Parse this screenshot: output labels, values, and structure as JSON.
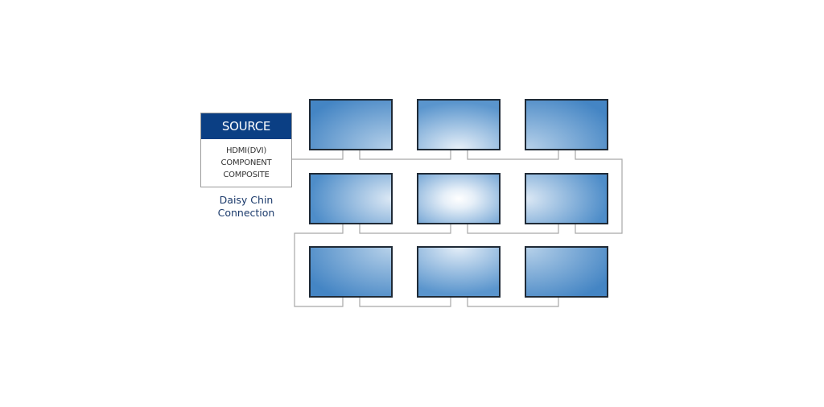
{
  "source": {
    "title": "SOURCE",
    "inputs": [
      "HDMI(DVI)",
      "COMPONENT",
      "COMPOSITE"
    ]
  },
  "caption": {
    "line1": "Daisy Chin",
    "line2": "Connection"
  },
  "grid": {
    "rows": 3,
    "cols": 3
  },
  "colors": {
    "source_header": "#0b3f84",
    "caption_text": "#1b3a6b",
    "screen_dark": "#4a8cc8",
    "screen_light": "#ffffff",
    "screen_border": "#1f2a36",
    "cable": "#a8a8a8"
  }
}
